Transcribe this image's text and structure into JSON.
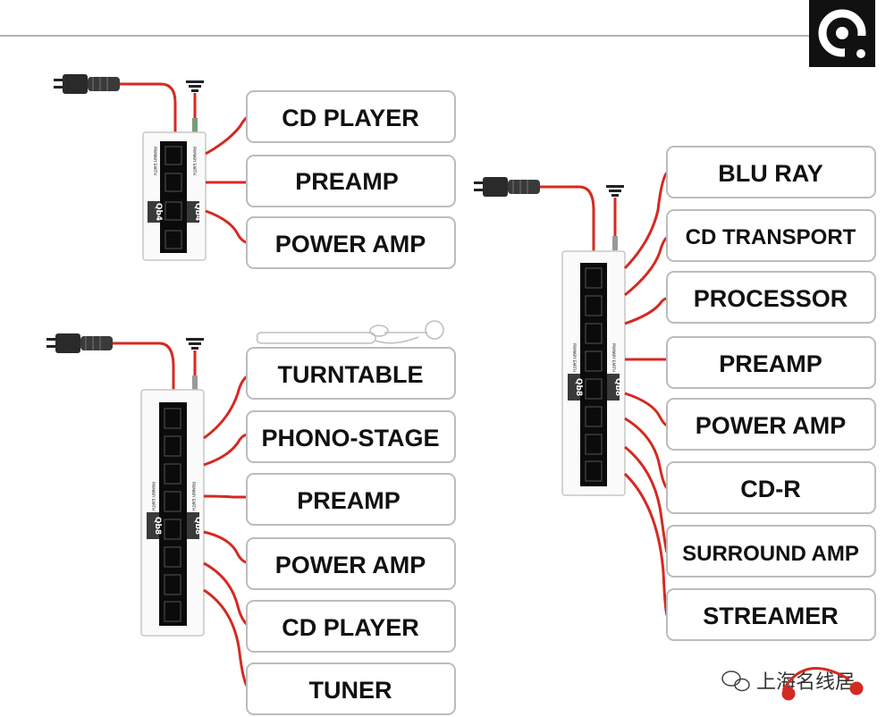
{
  "colors": {
    "cable": "#d42a22",
    "box_border": "#c7c7c7",
    "outlet_bg": "#0b0b0b",
    "label_strip": "#3a3a3a",
    "logo_bg": "#111111",
    "header_line": "#9a9a9a"
  },
  "logo": {
    "icon": "qb-logo-icon"
  },
  "units": [
    {
      "id": "unit-top-left",
      "model_label": "Qb4",
      "strip_text": "PRIMARY EARTH",
      "components": [
        "CD PLAYER",
        "PREAMP",
        "POWER AMP"
      ]
    },
    {
      "id": "unit-bottom-left",
      "model_label": "Qb8",
      "strip_text": "PRIMARY EARTH",
      "components": [
        "TURNTABLE",
        "PHONO-STAGE",
        "PREAMP",
        "POWER AMP",
        "CD PLAYER",
        "TUNER"
      ]
    },
    {
      "id": "unit-right",
      "model_label": "Qb8",
      "strip_text": "PRIMARY EARTH",
      "components": [
        "BLU RAY",
        "CD TRANSPORT",
        "PROCESSOR",
        "PREAMP",
        "POWER AMP",
        "CD-R",
        "SURROUND AMP",
        "STREAMER"
      ]
    }
  ],
  "watermark": {
    "text": "上海名线居",
    "icon": "wechat-icon"
  }
}
